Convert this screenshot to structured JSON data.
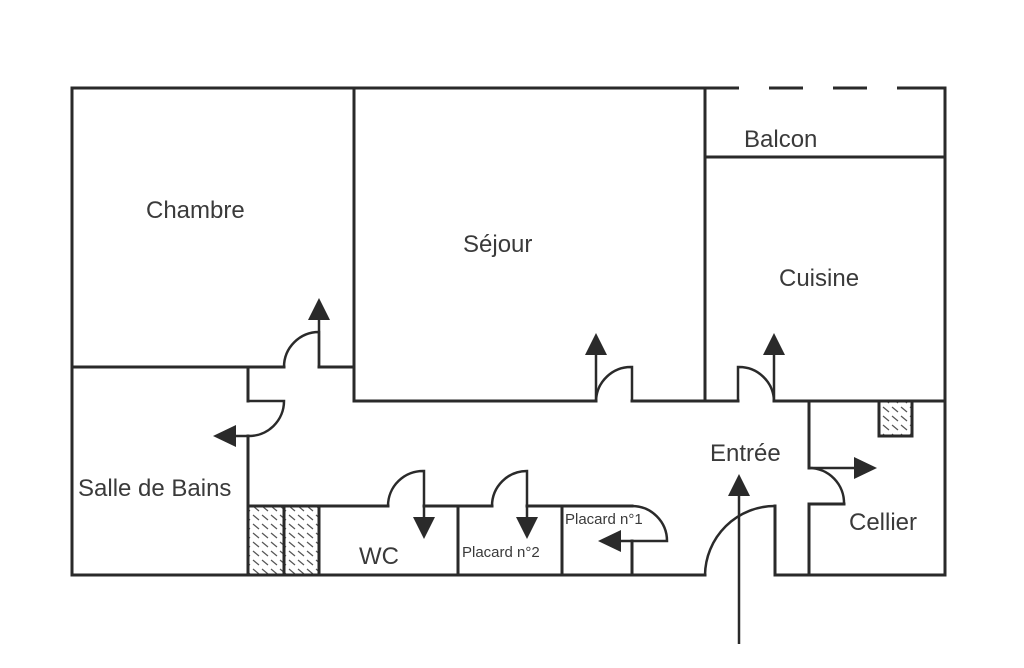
{
  "diagram": {
    "type": "floor-plan",
    "rooms": [
      {
        "id": "chambre",
        "label": "Chambre"
      },
      {
        "id": "sejour",
        "label": "Séjour"
      },
      {
        "id": "balcon",
        "label": "Balcon"
      },
      {
        "id": "cuisine",
        "label": "Cuisine"
      },
      {
        "id": "salle-de-bains",
        "label": "Salle de Bains"
      },
      {
        "id": "entree",
        "label": "Entrée"
      },
      {
        "id": "cellier",
        "label": "Cellier"
      },
      {
        "id": "wc",
        "label": "WC"
      },
      {
        "id": "placard-2",
        "label": "Placard n°2"
      },
      {
        "id": "placard-1",
        "label": "Placard n°1"
      }
    ],
    "colors": {
      "wall": "#2a2a2a",
      "text": "#3a3a3a",
      "background": "#ffffff"
    }
  }
}
